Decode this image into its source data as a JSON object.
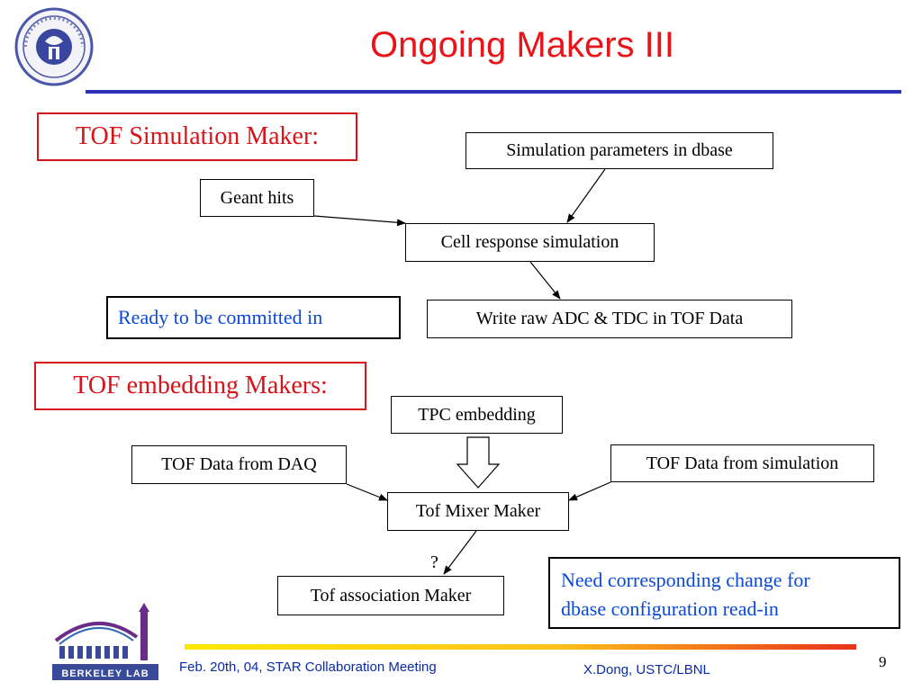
{
  "title": "Ongoing Makers III",
  "sections": {
    "simulation": {
      "heading": "TOF Simulation Maker:",
      "nodes": {
        "sim_params": "Simulation parameters in dbase",
        "geant_hits": "Geant hits",
        "cell_response": "Cell response simulation",
        "write_raw": "Write raw ADC & TDC in TOF Data"
      },
      "status_note": "Ready to be committed in"
    },
    "embedding": {
      "heading": "TOF embedding Makers:",
      "nodes": {
        "tpc_embedding": "TPC embedding",
        "tof_daq": "TOF Data from DAQ",
        "tof_sim": "TOF Data from simulation",
        "mixer": "Tof Mixer Maker",
        "association": "Tof association Maker"
      },
      "question_mark": "?",
      "note_line1": "Need corresponding change for",
      "note_line2": "dbase configuration read-in"
    }
  },
  "footer": {
    "date_meeting": "Feb. 20th, 04,  STAR Collaboration Meeting",
    "author": "X.Dong,  USTC/LBNL",
    "page_number": "9",
    "lab_logo_text": "BERKELEY LAB"
  },
  "colors": {
    "title": "#e8141a",
    "title_rule": "#2a31b8",
    "heading_border": "#d8141a",
    "note_text": "#0a49d8",
    "footer_text": "#0a2aa8",
    "footer_bar_start": "#ffe800",
    "footer_bar_end": "#e8321a"
  }
}
